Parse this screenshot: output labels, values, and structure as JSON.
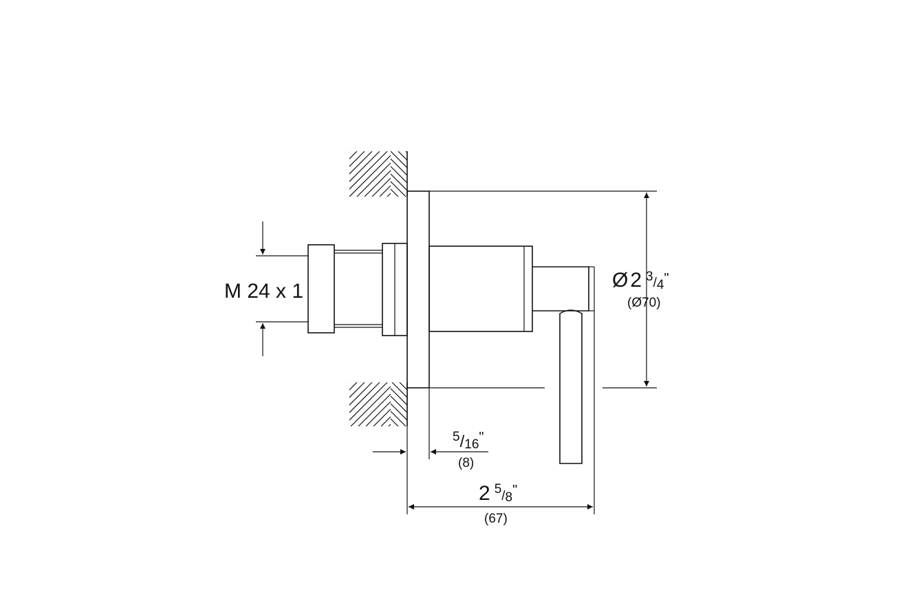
{
  "diagram": {
    "thread": {
      "label": "M 24 x 1"
    },
    "diameter": {
      "symbol": "Ø",
      "whole": "2",
      "num": "3",
      "den": "4",
      "inch": "\"",
      "metric": "(Ø70)"
    },
    "plate_thickness": {
      "num": "5",
      "den": "16",
      "inch": "\"",
      "metric": "(8)"
    },
    "projection": {
      "whole": "2",
      "num": "5",
      "den": "8",
      "inch": "\"",
      "metric": "(67)"
    },
    "colors": {
      "line": "#111111",
      "background": "#ffffff"
    }
  }
}
